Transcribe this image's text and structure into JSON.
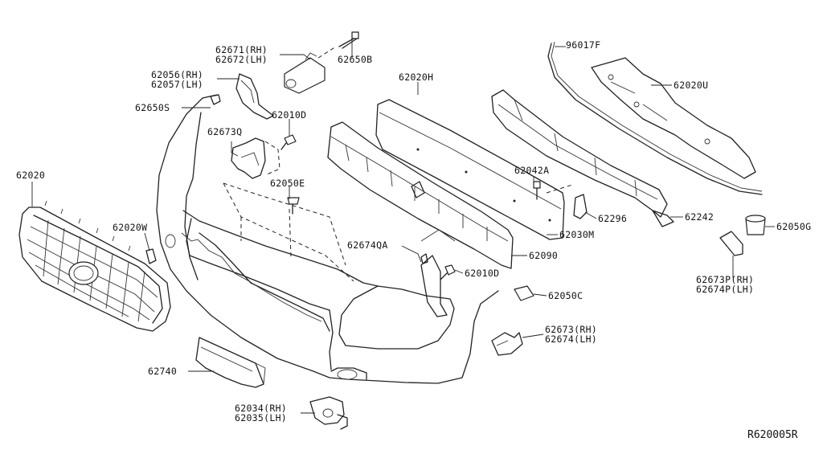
{
  "labels": {
    "p62671": "62671(RH)",
    "p62672": "62672(LH)",
    "p62650B": "62650B",
    "p96017F": "96017F",
    "p62056": "62056(RH)",
    "p62057": "62057(LH)",
    "p62020H": "62020H",
    "p62020U": "62020U",
    "p62650S": "62650S",
    "p62010D_top": "62010D",
    "p62673Q": "62673Q",
    "p62020": "62020",
    "p62050E": "62050E",
    "p62042A": "62042A",
    "p62296": "62296",
    "p62242": "62242",
    "p62050G": "62050G",
    "p62020W": "62020W",
    "p62030M": "62030M",
    "p62674QA": "62674QA",
    "p62090": "62090",
    "p62010D_mid": "62010D",
    "p62673P": "62673P(RH)",
    "p62674P": "62674P(LH)",
    "p62050C": "62050C",
    "p62673": "62673(RH)",
    "p62674": "62674(LH)",
    "p62740": "62740",
    "p62034": "62034(RH)",
    "p62035": "62035(LH)"
  },
  "diagram_ref": "R620005R"
}
